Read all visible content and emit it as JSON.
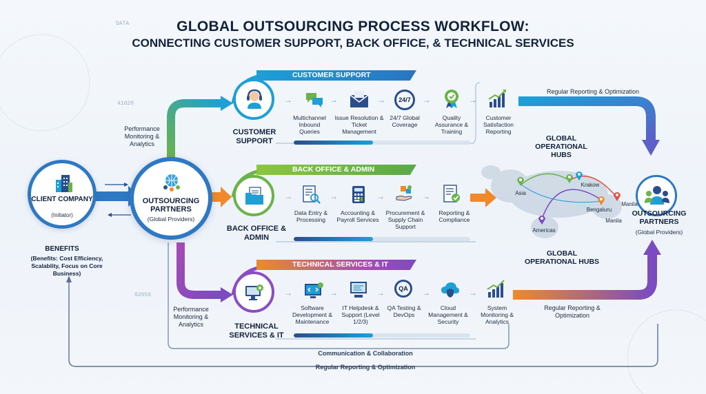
{
  "title": "GLOBAL OUTSOURCING PROCESS WORKFLOW:",
  "subtitle": "CONNECTING CUSTOMER SUPPORT, BACK OFFICE, & TECHNICAL SERVICES",
  "decor": {
    "data": "DATA",
    "n1": "41028",
    "n2": "02050"
  },
  "client": {
    "title": "CLIENT COMPANY",
    "sub": "(Initiator)",
    "benefits_title": "BENEFITS",
    "benefits_text": "(Benefits: Cost Efficiency, Scalablity, Focus on Core Business)"
  },
  "partners_left": {
    "title": "OUTSOURCING PARTNERS",
    "sub": "(Global Providers)"
  },
  "partners_right": {
    "title": "OUTSOURCING PARTNERS",
    "sub": "(Global Providers)"
  },
  "notes": {
    "perf_top": "Performance Monitoring & Analytics",
    "perf_bottom": "Performance Monitoring & Analytics",
    "reporting_top": "Regular Reporting & Optimization",
    "reporting_right": "Regular Reporting & Optimization",
    "communication": "Communication & Collaboration",
    "reporting_bottom": "Regular Reporting & Optimization"
  },
  "rows": [
    {
      "banner": "CUSTOMER SUPPORT",
      "name": "CUSTOMER SUPPORT",
      "color": "#1e9fd6",
      "progress": 0.45,
      "steps": [
        "Multichannel Inbound Queries",
        "Issue Resolution & Ticket Management",
        "24/7 Global Coverage",
        "Quality Assurance & Training",
        "Customer Satisfaction Reporting"
      ],
      "icons": [
        "chat-icon",
        "envelope-icon",
        "clock-24-7-icon",
        "award-badge-icon",
        "growth-chart-icon"
      ],
      "badge": "24/7"
    },
    {
      "banner": "BACK OFFICE & ADMIN",
      "name": "BACK OFFICE & ADMIN",
      "color": "#6bb34a",
      "progress": 0.45,
      "steps": [
        "Data Entry & Processing",
        "Accounting & Payroll Services",
        "Procurement & Supply Chain Support",
        "Reporting & Compliance"
      ],
      "icons": [
        "document-search-icon",
        "calculator-icon",
        "procurement-icon",
        "compliance-icon"
      ]
    },
    {
      "banner": "TECHNICAL SERVICES & IT",
      "name": "TECHNICAL SERVICES & IT",
      "color": "#7b4bc0",
      "progress": 0.45,
      "steps": [
        "Software Development & Maintenance",
        "IT Helpdesk & Support (Level 1/2/3)",
        "QA Testing & DevOps",
        "Cloud Management & Security",
        "System Monitoring & Analytics"
      ],
      "icons": [
        "code-monitor-icon",
        "helpdesk-icon",
        "qa-icon",
        "cloud-security-icon",
        "monitoring-chart-icon"
      ],
      "badge": "QA"
    }
  ],
  "hubs": {
    "title_top": "GLOBAL OPERATIONAL HUBS",
    "title_bottom": "GLOBAL OPERATIONAL HUBS",
    "cities": [
      "Asia",
      "Krakow",
      "Bengaluru",
      "Manila",
      "Manila",
      "Americas"
    ]
  },
  "colors": {
    "blue": "#1e9fd6",
    "green": "#6bb34a",
    "orange": "#f0892a",
    "purple": "#7b4bc0",
    "navy": "#2a4e8c"
  }
}
